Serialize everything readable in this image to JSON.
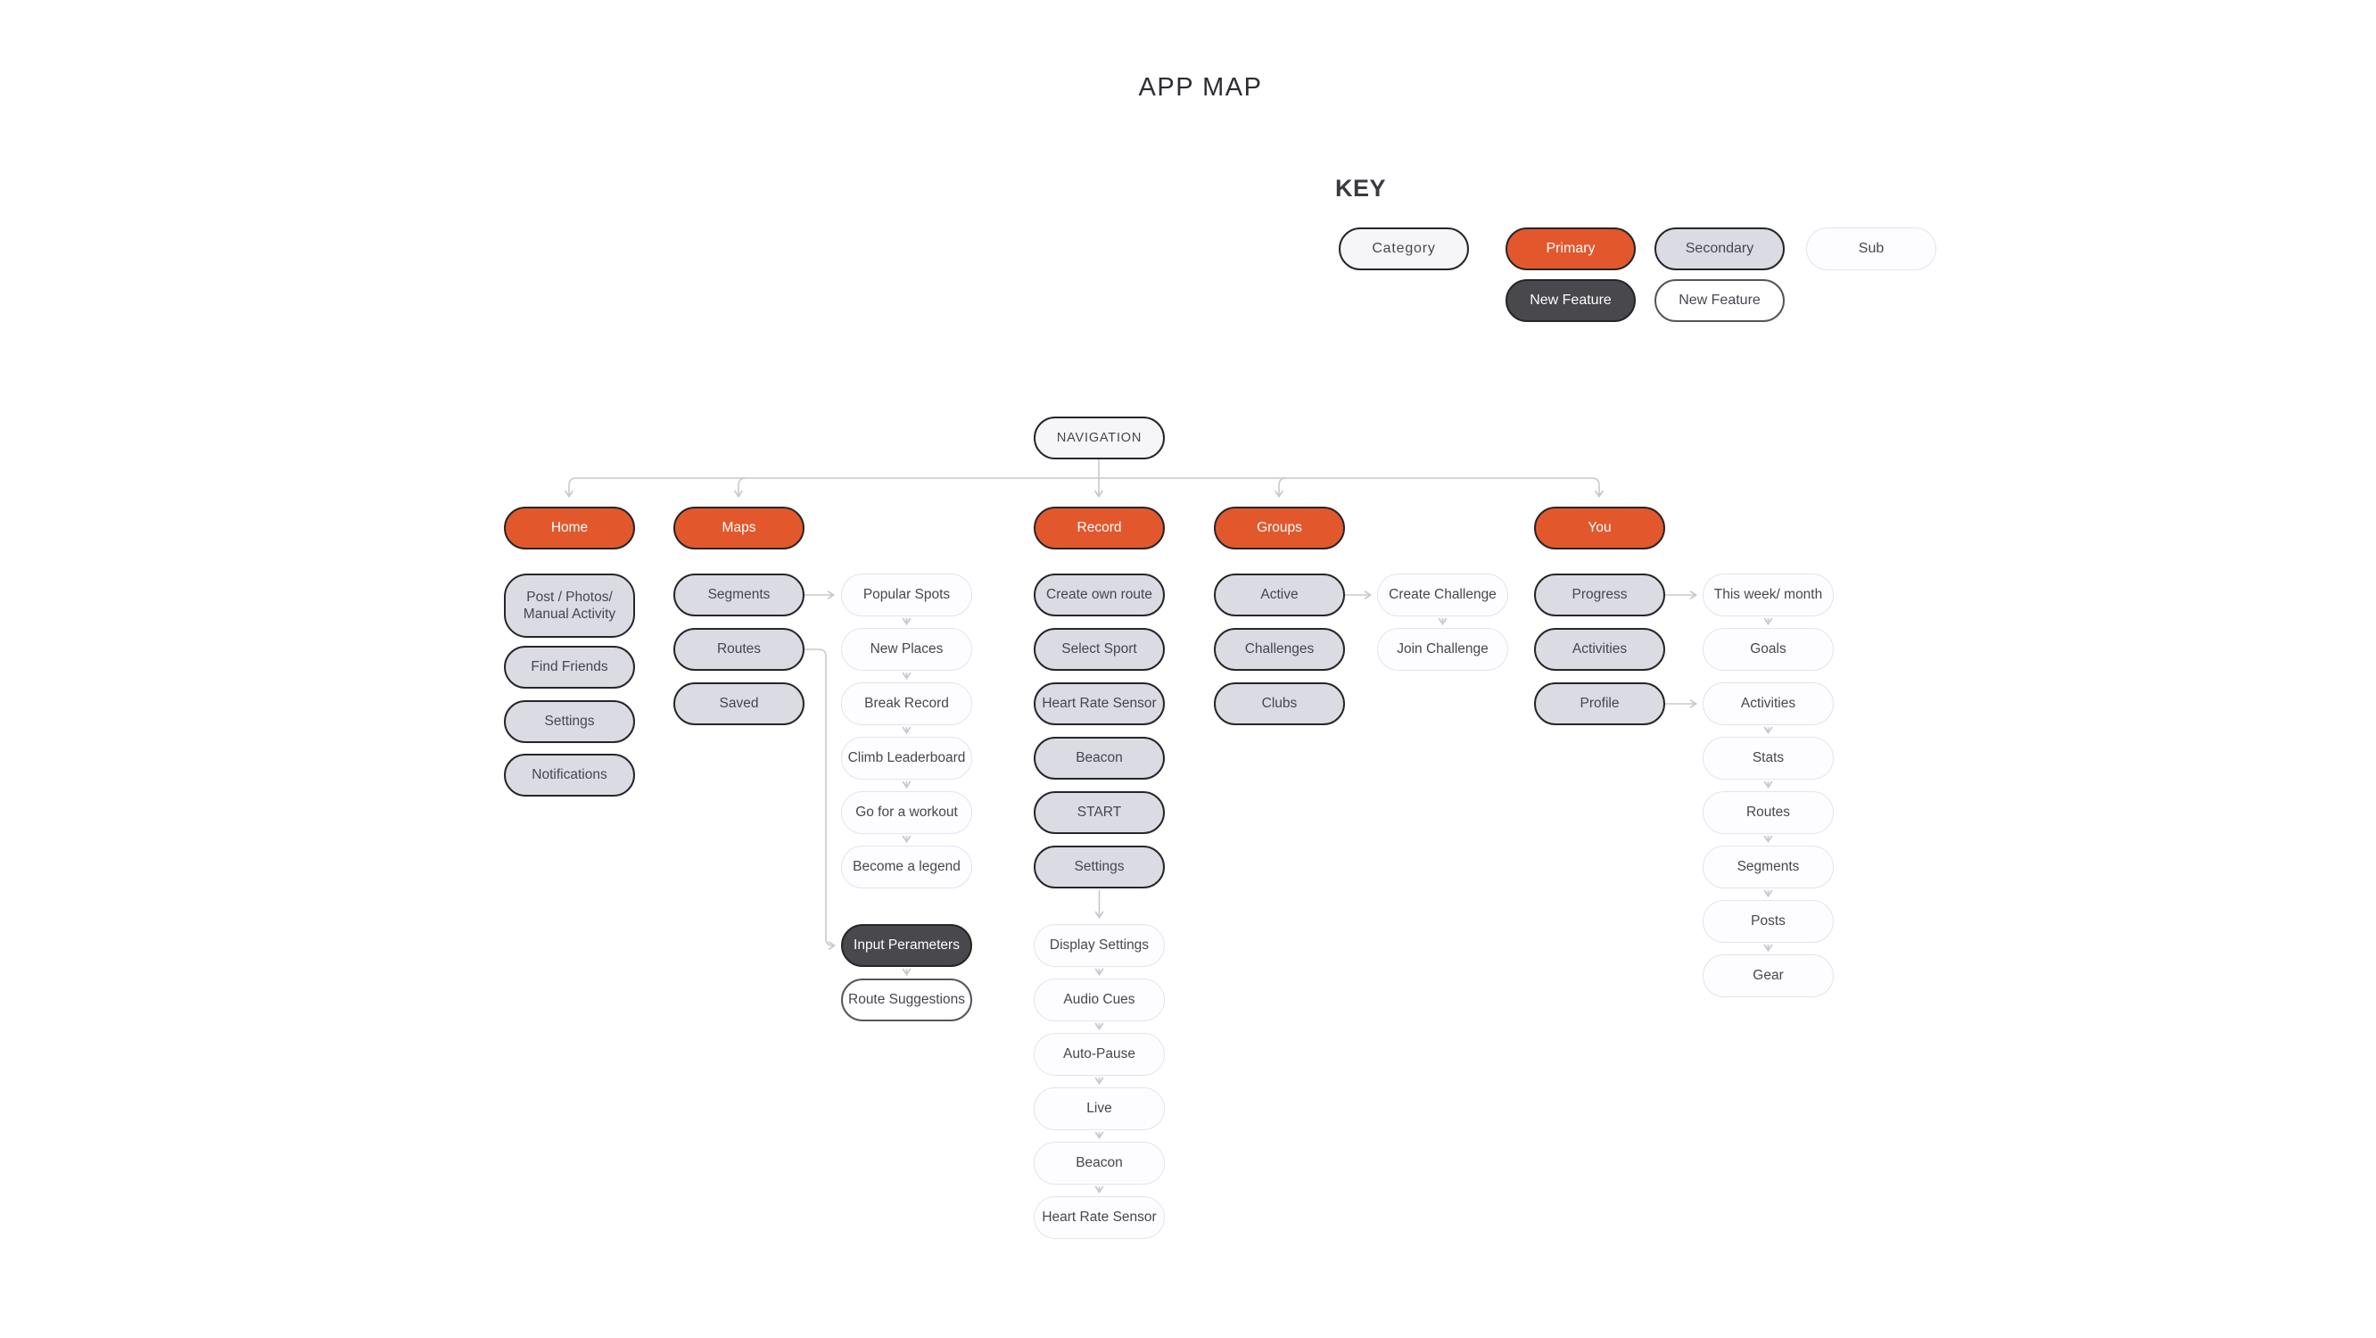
{
  "title": "APP MAP",
  "key": {
    "heading": "KEY",
    "items": {
      "category": "Category",
      "primary": "Primary",
      "secondary": "Secondary",
      "sub": "Sub",
      "new_dark": "New Feature",
      "new_outline": "New Feature"
    }
  },
  "colors": {
    "primary": "#E2582C",
    "secondary_fill": "#DBDBE3",
    "category_fill": "#F6F6F9",
    "sub_fill": "#FDFDFF",
    "dark_fill": "#48484D",
    "node_border": "#26262A",
    "sub_border": "#E3E3EF",
    "outline_border": "#55555C",
    "line": "#C8C8CE",
    "text_dark": "#46464F",
    "text_light": "#FFFFFF"
  },
  "nodes": {
    "navigation": {
      "label": "NAVIGATION"
    },
    "home": {
      "label": "Home"
    },
    "maps": {
      "label": "Maps"
    },
    "record": {
      "label": "Record"
    },
    "groups": {
      "label": "Groups"
    },
    "you": {
      "label": "You"
    },
    "post_photos": {
      "label": "Post / Photos/ Manual Activity"
    },
    "find_friends": {
      "label": "Find Friends"
    },
    "settings_home": {
      "label": "Settings"
    },
    "notifications": {
      "label": "Notifications"
    },
    "segments": {
      "label": "Segments"
    },
    "routes": {
      "label": "Routes"
    },
    "saved": {
      "label": "Saved"
    },
    "popular_spots": {
      "label": "Popular Spots"
    },
    "new_places": {
      "label": "New Places"
    },
    "break_record": {
      "label": "Break Record"
    },
    "climb_leaderboard": {
      "label": "Climb Leaderboard"
    },
    "go_for_a_workout": {
      "label": "Go for a workout"
    },
    "become_a_legend": {
      "label": "Become a legend"
    },
    "input_perameters": {
      "label": "Input Perameters"
    },
    "route_suggestions": {
      "label": "Route Suggestions"
    },
    "create_own_route": {
      "label": "Create own route"
    },
    "select_sport": {
      "label": "Select Sport"
    },
    "heart_rate_sensor_record": {
      "label": "Heart Rate Sensor"
    },
    "beacon_record": {
      "label": "Beacon"
    },
    "start": {
      "label": "START"
    },
    "settings_record": {
      "label": "Settings"
    },
    "display_settings": {
      "label": "Display Settings"
    },
    "audio_cues": {
      "label": "Audio Cues"
    },
    "auto_pause": {
      "label": "Auto-Pause"
    },
    "live": {
      "label": "Live"
    },
    "beacon_sub": {
      "label": "Beacon"
    },
    "heart_rate_sensor_sub": {
      "label": "Heart Rate Sensor"
    },
    "active": {
      "label": "Active"
    },
    "challenges": {
      "label": "Challenges"
    },
    "clubs": {
      "label": "Clubs"
    },
    "create_challenge": {
      "label": "Create Challenge"
    },
    "join_challenge": {
      "label": "Join Challenge"
    },
    "progress": {
      "label": "Progress"
    },
    "activities_you": {
      "label": "Activities"
    },
    "profile": {
      "label": "Profile"
    },
    "this_week_month": {
      "label": "This week/ month"
    },
    "goals": {
      "label": "Goals"
    },
    "activities_sub": {
      "label": "Activities"
    },
    "stats": {
      "label": "Stats"
    },
    "routes_you": {
      "label": "Routes"
    },
    "segments_you": {
      "label": "Segments"
    },
    "posts": {
      "label": "Posts"
    },
    "gear": {
      "label": "Gear"
    }
  },
  "edges": [
    "navigation->home",
    "navigation->maps",
    "navigation->record",
    "navigation->groups",
    "navigation->you",
    "segments->popular_spots",
    "popular_spots->new_places",
    "new_places->break_record",
    "break_record->climb_leaderboard",
    "climb_leaderboard->go_for_a_workout",
    "go_for_a_workout->become_a_legend",
    "routes->input_perameters",
    "input_perameters->route_suggestions",
    "settings_record->display_settings",
    "display_settings->audio_cues",
    "audio_cues->auto_pause",
    "auto_pause->live",
    "live->beacon_sub",
    "beacon_sub->heart_rate_sensor_sub",
    "active->create_challenge",
    "create_challenge->join_challenge",
    "progress->this_week_month",
    "this_week_month->goals",
    "profile->activities_sub",
    "activities_sub->stats",
    "stats->routes_you",
    "routes_you->segments_you",
    "segments_you->posts",
    "posts->gear"
  ]
}
